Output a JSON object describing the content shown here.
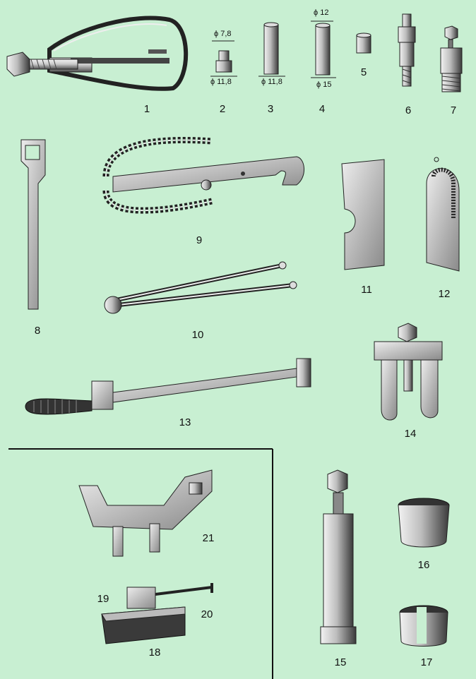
{
  "labels": {
    "t1": "1",
    "t2": "2",
    "t3": "3",
    "t4": "4",
    "t5": "5",
    "t6": "6",
    "t7": "7",
    "t8": "8",
    "t9": "9",
    "t10": "10",
    "t11": "11",
    "t12": "12",
    "t13": "13",
    "t14": "14",
    "t15": "15",
    "t16": "16",
    "t17": "17",
    "t18": "18",
    "t19": "19",
    "t20": "20",
    "t21": "21"
  },
  "dims": {
    "d2_top": "ϕ 7,8",
    "d2_bot": "ϕ 11,8",
    "d3_bot": "ϕ 11,8",
    "d4_top": "ϕ 12",
    "d4_bot": "ϕ 15"
  },
  "colors": {
    "background": "#c8efd2",
    "ink": "#111111",
    "metal_light": "#e8e8e8",
    "metal_mid": "#9a9a9a",
    "metal_dark": "#333333"
  }
}
